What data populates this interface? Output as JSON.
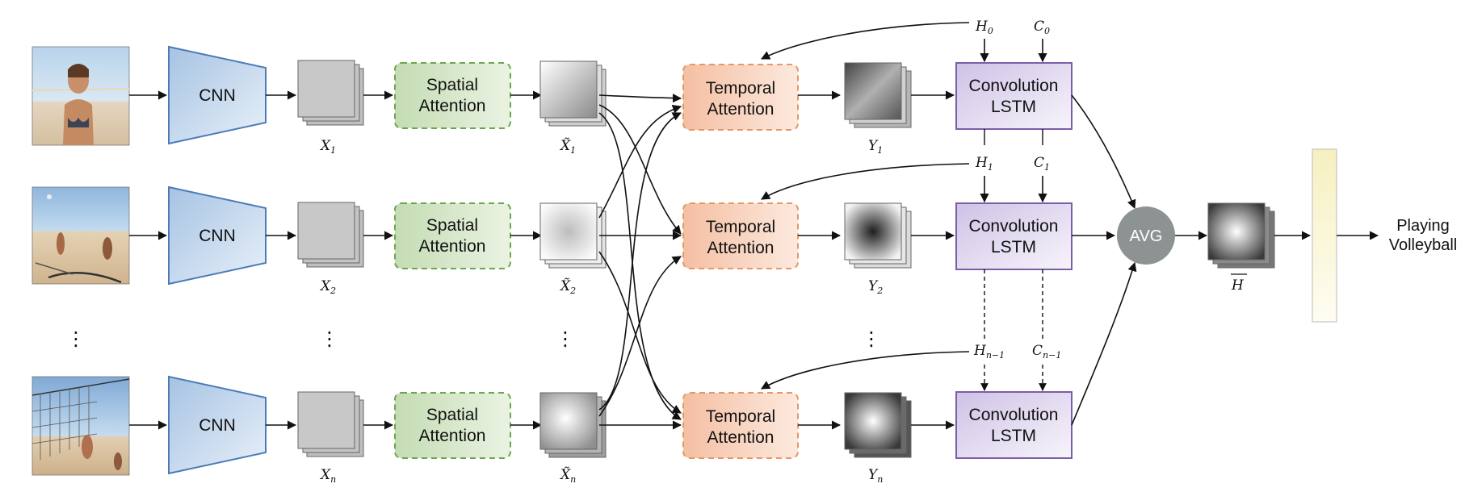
{
  "rows": [
    {
      "input": "frame-woman",
      "cnn": "CNN",
      "spatial": [
        "Spatial",
        "Attention"
      ],
      "x_sym": "X",
      "x_sub": "1",
      "xt_sym": "X̃",
      "xt_sub": "1",
      "temporal": [
        "Temporal",
        "Attention"
      ],
      "y_sym": "Y",
      "y_sub": "1",
      "lstm": [
        "Convolution",
        "LSTM"
      ],
      "h_sym": "H",
      "h_sub": "0",
      "c_sym": "C",
      "c_sub": "0"
    },
    {
      "input": "frame-beach-players",
      "cnn": "CNN",
      "spatial": [
        "Spatial",
        "Attention"
      ],
      "x_sym": "X",
      "x_sub": "2",
      "xt_sym": "X̃",
      "xt_sub": "2",
      "temporal": [
        "Temporal",
        "Attention"
      ],
      "y_sym": "Y",
      "y_sub": "2",
      "lstm": [
        "Convolution",
        "LSTM"
      ],
      "h_sym": "H",
      "h_sub": "1",
      "c_sym": "C",
      "c_sub": "1"
    },
    {
      "input": "frame-net",
      "cnn": "CNN",
      "spatial": [
        "Spatial",
        "Attention"
      ],
      "x_sym": "X",
      "x_sub": "n",
      "xt_sym": "X̃",
      "xt_sub": "n",
      "temporal": [
        "Temporal",
        "Attention"
      ],
      "y_sym": "Y",
      "y_sub": "n",
      "lstm": [
        "Convolution",
        "LSTM"
      ],
      "h_sym": "H",
      "h_sub": "n−1",
      "c_sym": "C",
      "c_sub": "n−1"
    }
  ],
  "avg_label": "AVG",
  "hbar_symbol": "H",
  "output_label": [
    "Playing",
    "Volleyball"
  ],
  "ellipsis": "⋮",
  "colors": {
    "cnn_fill": "#aac6e4",
    "cnn_stroke": "#4a7bb7",
    "spatial_fill": "#cfe3c1",
    "spatial_stroke": "#6aa84f",
    "temporal_fill": "#f6c8ae",
    "temporal_stroke": "#e69866",
    "lstm_fill": "#ddd3ec",
    "lstm_stroke": "#7b5ea7",
    "avg_fill": "#8d9393",
    "classifier_fill": "#f8f4cf"
  }
}
